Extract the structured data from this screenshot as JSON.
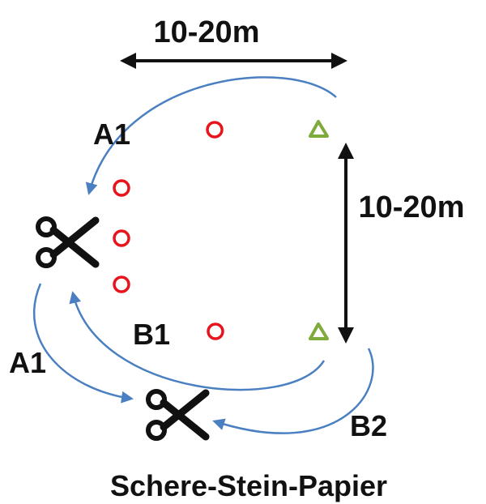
{
  "labels": {
    "horizontal_distance": "10-20m",
    "vertical_distance": "10-20m",
    "route_a1_top": "A1",
    "route_a1_bottom": "A1",
    "route_b1": "B1",
    "route_b2": "B2",
    "caption": "Schere-Stein-Papier"
  },
  "colors": {
    "arrow": "#4a7fc1",
    "circle": "#e8141c",
    "triangle": "#7faa3c",
    "black": "#111111"
  },
  "icons": {
    "top_scissors": "scissors-icon",
    "bottom_scissors": "scissors-icon"
  }
}
